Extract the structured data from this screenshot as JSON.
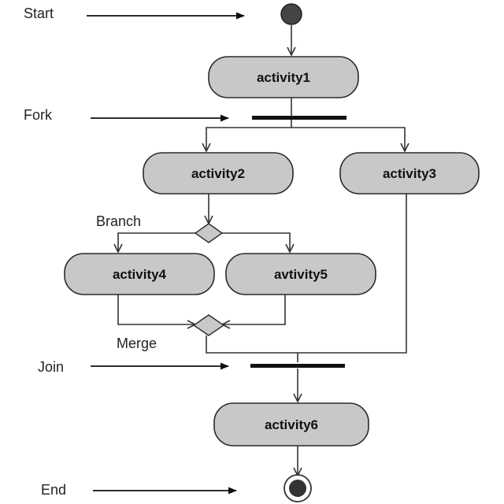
{
  "diagram": {
    "type": "uml-activity",
    "colors": {
      "background": "#ffffff",
      "node_fill": "#c8c8c8",
      "node_stroke": "#2a2a2a",
      "line": "#333333",
      "start_fill": "#444444",
      "bar": "#111111"
    },
    "nodes": [
      {
        "id": "activity1",
        "label": "activity1"
      },
      {
        "id": "activity2",
        "label": "activity2"
      },
      {
        "id": "activity3",
        "label": "activity3"
      },
      {
        "id": "activity4",
        "label": "activity4"
      },
      {
        "id": "activity5",
        "label": "avtivity5"
      },
      {
        "id": "activity6",
        "label": "activity6"
      }
    ],
    "annotations": [
      {
        "id": "start",
        "label": "Start"
      },
      {
        "id": "fork",
        "label": "Fork"
      },
      {
        "id": "branch",
        "label": "Branch"
      },
      {
        "id": "merge",
        "label": "Merge"
      },
      {
        "id": "join",
        "label": "Join"
      },
      {
        "id": "end",
        "label": "End"
      }
    ],
    "edges": [
      {
        "from": "start-node",
        "to": "activity1"
      },
      {
        "from": "activity1",
        "to": "fork-bar"
      },
      {
        "from": "fork-bar",
        "to": "activity2"
      },
      {
        "from": "fork-bar",
        "to": "activity3"
      },
      {
        "from": "activity2",
        "to": "branch-diamond"
      },
      {
        "from": "branch-diamond",
        "to": "activity4"
      },
      {
        "from": "branch-diamond",
        "to": "activity5"
      },
      {
        "from": "activity4",
        "to": "merge-diamond"
      },
      {
        "from": "activity5",
        "to": "merge-diamond"
      },
      {
        "from": "merge-diamond",
        "to": "join-bar"
      },
      {
        "from": "activity3",
        "to": "join-bar"
      },
      {
        "from": "join-bar",
        "to": "activity6"
      },
      {
        "from": "activity6",
        "to": "end-node"
      }
    ]
  }
}
